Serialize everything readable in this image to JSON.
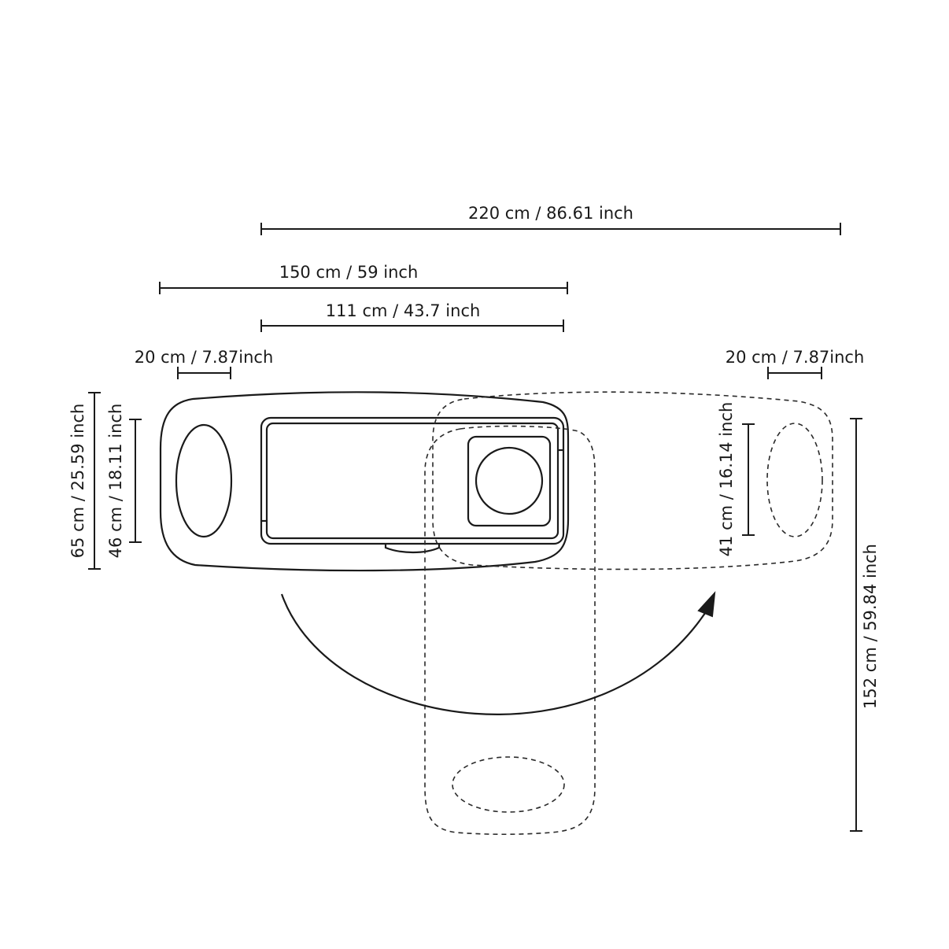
{
  "dimensions": {
    "overall_span": "220 cm / 86.61 inch",
    "table_length": "150 cm / 59 inch",
    "tray_length": "111 cm / 43.7 inch",
    "left_handle_width": "20 cm / 7.87inch",
    "right_handle_width": "20 cm / 7.87inch",
    "table_depth": "65 cm / 25.59 inch",
    "left_handle_height": "46 cm / 18.11 inch",
    "right_handle_height": "41 cm / 16.14 inch",
    "rotated_length": "152 cm / 59.84 inch"
  }
}
